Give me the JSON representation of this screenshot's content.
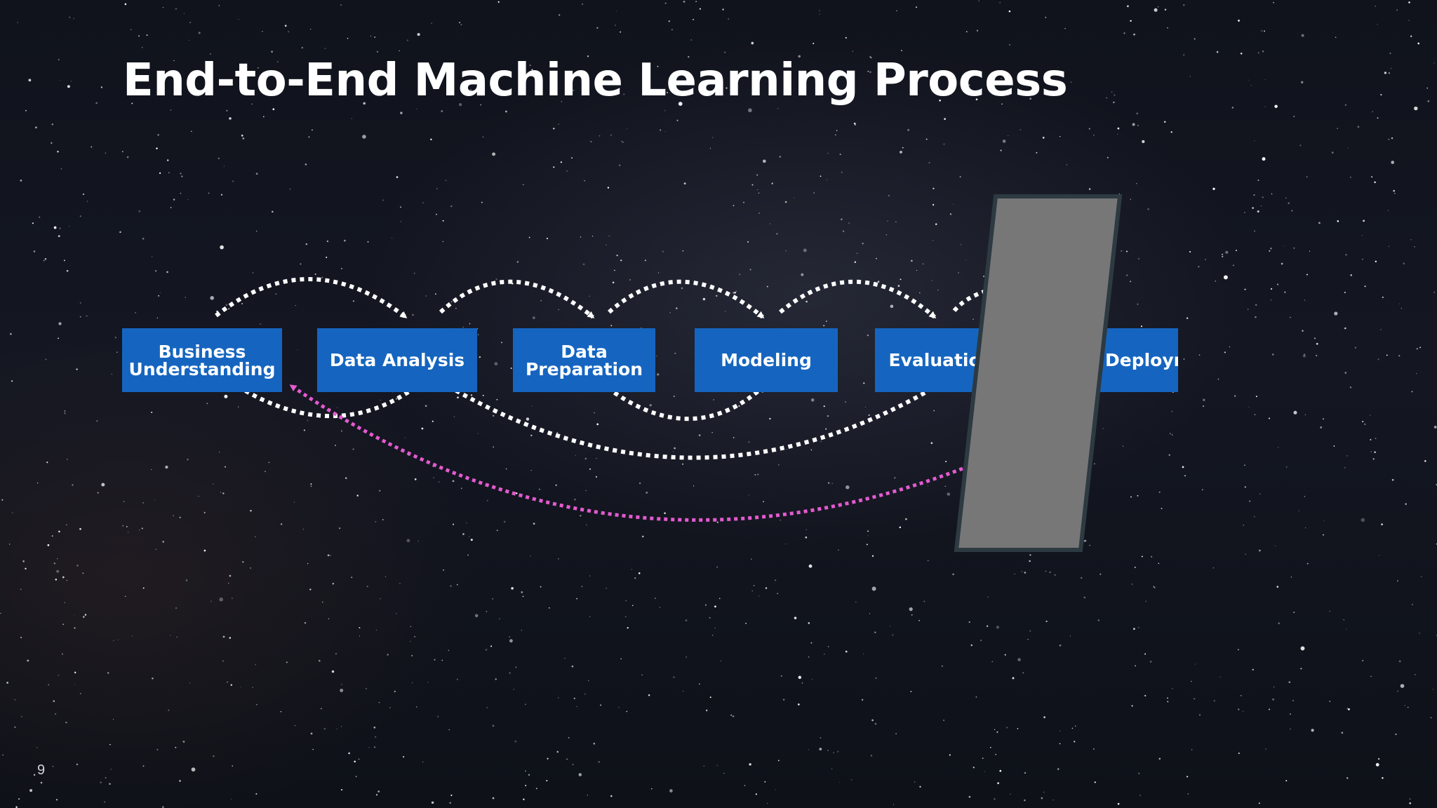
{
  "slide": {
    "title": "End-to-End Machine Learning Process",
    "page_number": "9"
  },
  "steps": [
    {
      "label": "Business\nUnderstanding"
    },
    {
      "label": "Data  Analysis"
    },
    {
      "label": "Data\nPreparation"
    },
    {
      "label": "Modeling"
    },
    {
      "label": "Evaluation"
    },
    {
      "label": "Deployment"
    }
  ],
  "colors": {
    "step_fill": "#1565c0",
    "arrow_white": "#ffffff",
    "arrow_magenta": "#e45ad0",
    "overlay_fill": "#777777",
    "overlay_border": "#2d3a42",
    "background": "#10131c"
  },
  "connections": [
    {
      "from": "Business Understanding",
      "to": "Data Analysis",
      "style": "dotted",
      "color": "white"
    },
    {
      "from": "Data Analysis",
      "to": "Data Preparation",
      "style": "dotted",
      "color": "white"
    },
    {
      "from": "Data Preparation",
      "to": "Modeling",
      "style": "dotted",
      "color": "white"
    },
    {
      "from": "Modeling",
      "to": "Evaluation",
      "style": "dotted",
      "color": "white"
    },
    {
      "from": "Evaluation",
      "to": "Deployment",
      "style": "dotted",
      "color": "white"
    },
    {
      "from": "Data Analysis",
      "to": "Business Understanding",
      "style": "dotted",
      "color": "white"
    },
    {
      "from": "Modeling",
      "to": "Data Preparation",
      "style": "dotted",
      "color": "white"
    },
    {
      "from": "Evaluation",
      "to": "Data Analysis",
      "style": "dotted",
      "color": "white"
    },
    {
      "from": "Deployment",
      "to": "Business Understanding",
      "style": "dotted",
      "color": "magenta"
    }
  ]
}
